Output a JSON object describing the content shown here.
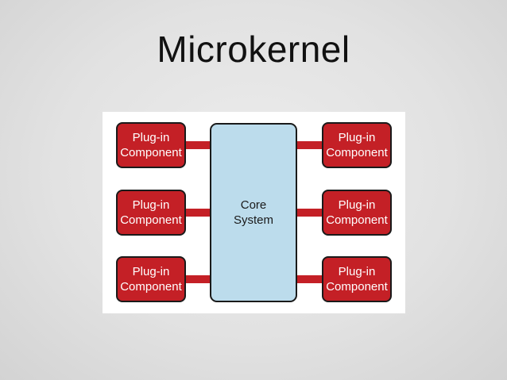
{
  "title": "Microkernel",
  "core": {
    "label": "Core\nSystem"
  },
  "plugins": {
    "left": [
      {
        "label": "Plug-in\nComponent"
      },
      {
        "label": "Plug-in\nComponent"
      },
      {
        "label": "Plug-in\nComponent"
      }
    ],
    "right": [
      {
        "label": "Plug-in\nComponent"
      },
      {
        "label": "Plug-in\nComponent"
      },
      {
        "label": "Plug-in\nComponent"
      }
    ]
  },
  "colors": {
    "plugin_fill": "#c42026",
    "core_fill": "#bcdcec",
    "connector": "#c42026",
    "border": "#1a1a1a"
  }
}
